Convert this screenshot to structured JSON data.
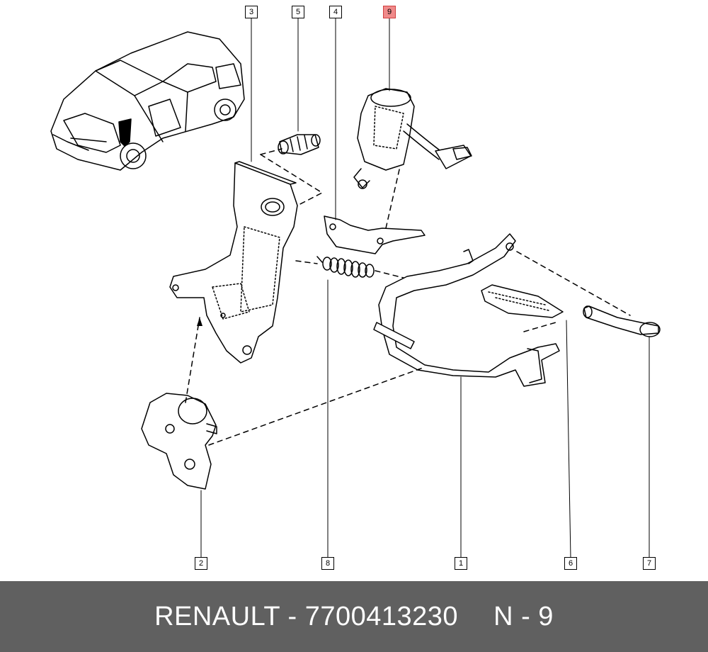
{
  "diagram": {
    "callouts": [
      {
        "id": "1",
        "label": "1",
        "highlighted": false
      },
      {
        "id": "2",
        "label": "2",
        "highlighted": false
      },
      {
        "id": "3",
        "label": "3",
        "highlighted": false
      },
      {
        "id": "4",
        "label": "4",
        "highlighted": false
      },
      {
        "id": "5",
        "label": "5",
        "highlighted": false
      },
      {
        "id": "6",
        "label": "6",
        "highlighted": false
      },
      {
        "id": "7",
        "label": "7",
        "highlighted": false
      },
      {
        "id": "8",
        "label": "8",
        "highlighted": false
      },
      {
        "id": "9",
        "label": "9",
        "highlighted": true
      }
    ],
    "highlight_color": "#f08a8a"
  },
  "footer": {
    "brand": "RENAULT",
    "separator": "-",
    "part_number": "7700413230",
    "reference": "N - 9",
    "background_color": "#606060",
    "text_color": "#ffffff"
  }
}
